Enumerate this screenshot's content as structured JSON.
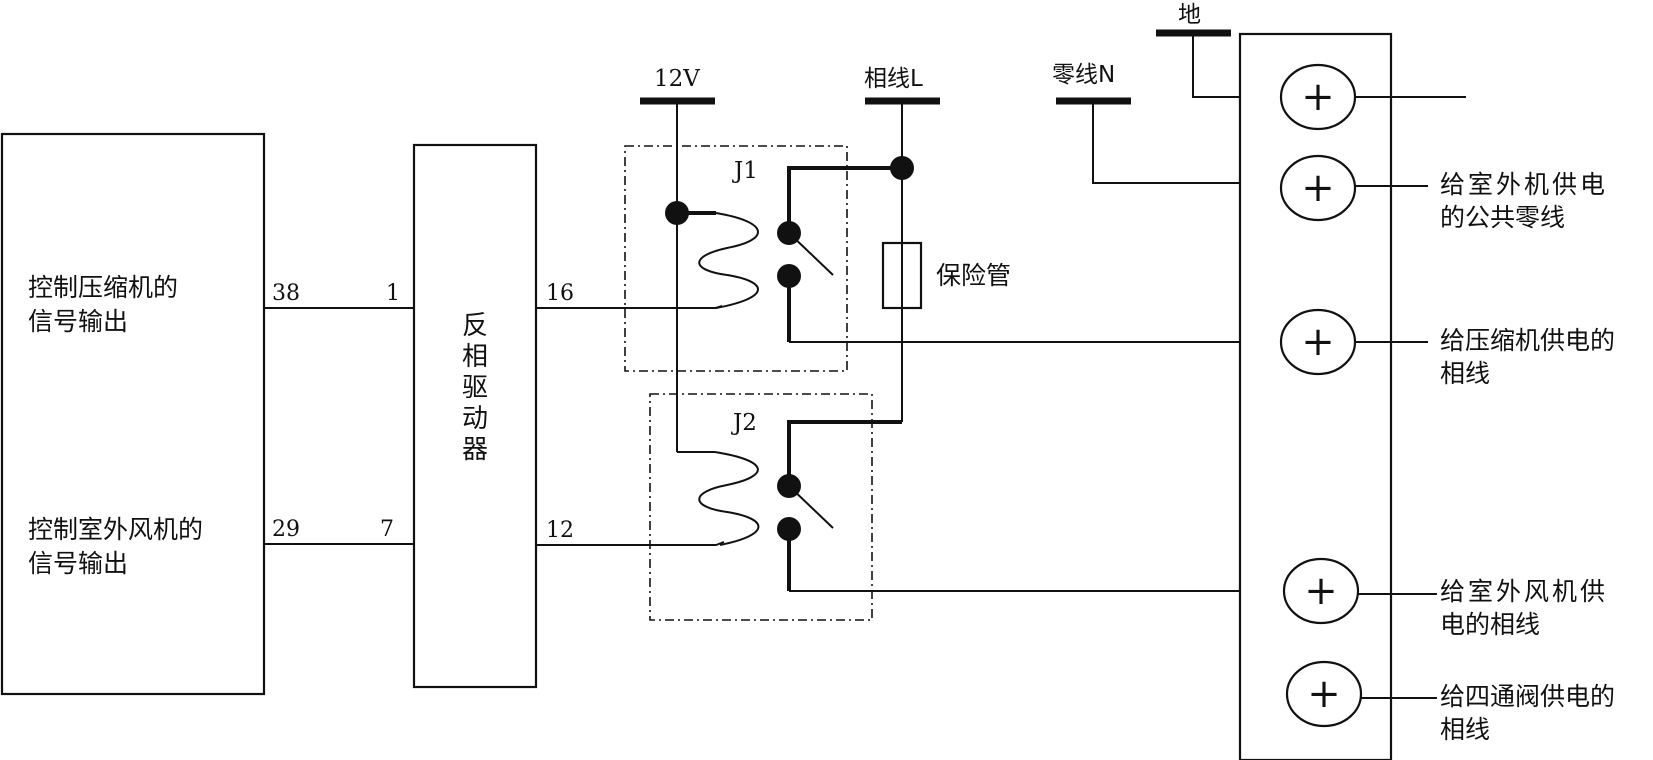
{
  "diagram": {
    "title": "",
    "controller": {
      "signal_compressor": [
        "控制压缩机的",
        "信号输出"
      ],
      "signal_outdoor_fan": [
        "控制室外风机的",
        "信号输出"
      ],
      "pin_compressor": "38",
      "pin_outdoor_fan": "29"
    },
    "driver": {
      "label_chars": [
        "反",
        "相",
        "驱",
        "动",
        "器"
      ],
      "pin_in_1": "1",
      "pin_in_2": "7",
      "pin_out_1": "16",
      "pin_out_2": "12"
    },
    "supplies": {
      "v12": "12V",
      "phase_l": "相线L",
      "neutral_n": "零线N",
      "ground": "地"
    },
    "relays": {
      "j1": "J1",
      "j2": "J2"
    },
    "fuse": {
      "label": "保险管"
    },
    "terminals": [
      {
        "id": "ground",
        "lines": []
      },
      {
        "id": "outdoor-neutral",
        "lines": [
          "给室外机供电",
          "的公共零线"
        ]
      },
      {
        "id": "compressor-phase",
        "lines": [
          "给压缩机供电的",
          "相线"
        ]
      },
      {
        "id": "outdoor-fan-phase",
        "lines": [
          "给室外风机供",
          "电的相线"
        ]
      },
      {
        "id": "four-way-valve-phase",
        "lines": [
          "给四通阀供电的",
          "相线"
        ]
      }
    ],
    "terminal_symbol": "+"
  }
}
